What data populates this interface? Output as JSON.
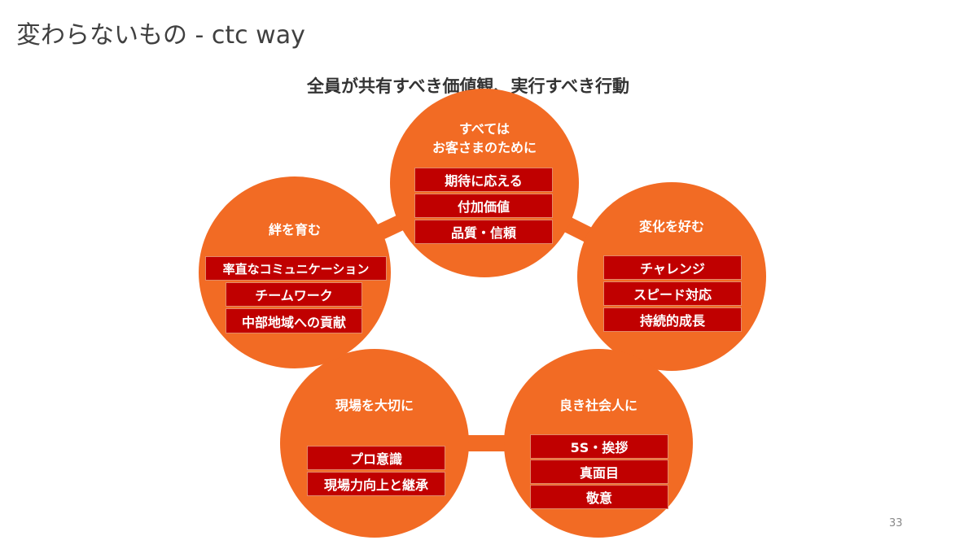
{
  "title": "変わらないもの - ctc way",
  "subtitle": "全員が共有すべき価値観、実行すべき行動",
  "colors": {
    "circle": "#F26B24",
    "box": "#C00000"
  },
  "circles": [
    {
      "caption": "すべては\nお客さまのために",
      "items": [
        "期待に応える",
        "付加価値",
        "品質・信頼"
      ]
    },
    {
      "caption": "変化を好む",
      "items": [
        "チャレンジ",
        "スピード対応",
        "持続的成長"
      ]
    },
    {
      "caption": "良き社会人に",
      "items": [
        "5S・挨拶",
        "真面目",
        "敬意"
      ]
    },
    {
      "caption": "現場を大切に",
      "items": [
        "プロ意識",
        "現場力向上と継承"
      ]
    },
    {
      "caption": "絆を育む",
      "items": [
        "率直なコミュニケーション",
        "チームワーク",
        "中部地域への貢献"
      ]
    }
  ],
  "page_number": "33"
}
